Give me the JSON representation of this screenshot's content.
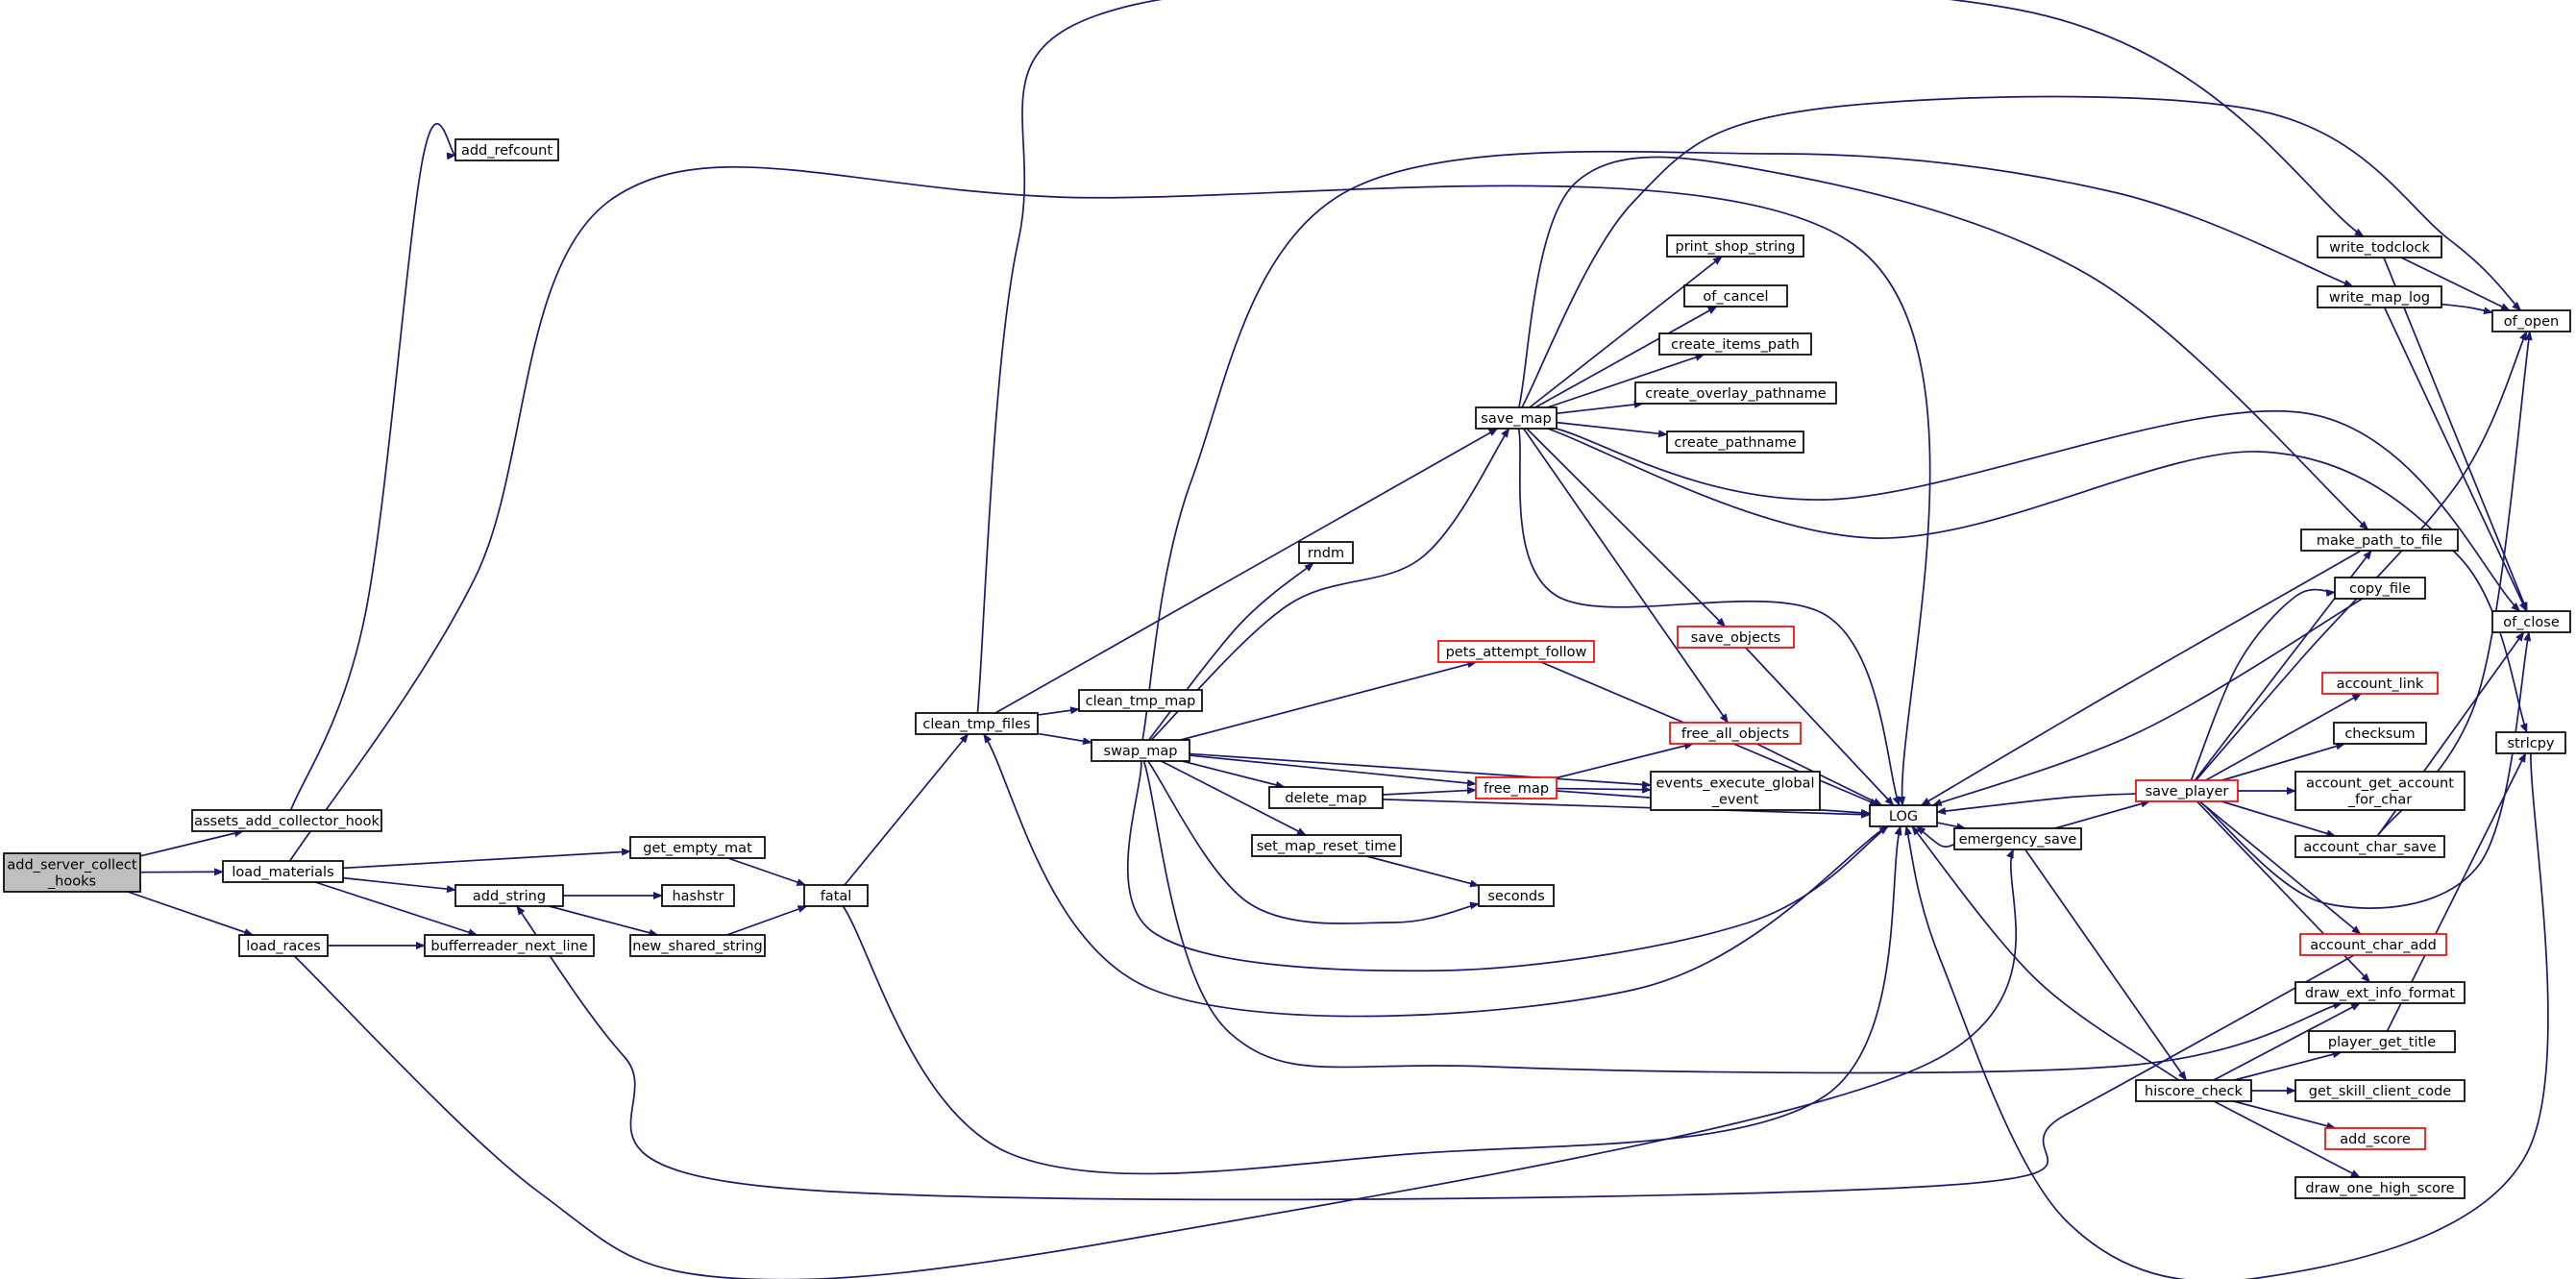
{
  "colors": {
    "edge": "#191970",
    "node_border": "#000000",
    "node_border_truncated": "#ff0000",
    "root_fill": "#bfbfbf",
    "node_fill": "#ffffff",
    "background": "#ffffff"
  },
  "nodes": [
    {
      "id": "add_server_collect_hooks",
      "lines": [
        "add_server_collect",
        "_hooks"
      ],
      "root": true
    },
    {
      "id": "assets_add_collector_hook",
      "lines": [
        "assets_add_collector_hook"
      ]
    },
    {
      "id": "load_materials",
      "lines": [
        "load_materials"
      ]
    },
    {
      "id": "load_races",
      "lines": [
        "load_races"
      ]
    },
    {
      "id": "add_refcount",
      "lines": [
        "add_refcount"
      ]
    },
    {
      "id": "get_empty_mat",
      "lines": [
        "get_empty_mat"
      ]
    },
    {
      "id": "add_string",
      "lines": [
        "add_string"
      ]
    },
    {
      "id": "bufferreader_next_line",
      "lines": [
        "bufferreader_next_line"
      ]
    },
    {
      "id": "hashstr",
      "lines": [
        "hashstr"
      ]
    },
    {
      "id": "new_shared_string",
      "lines": [
        "new_shared_string"
      ]
    },
    {
      "id": "fatal",
      "lines": [
        "fatal"
      ]
    },
    {
      "id": "clean_tmp_files",
      "lines": [
        "clean_tmp_files"
      ]
    },
    {
      "id": "clean_tmp_map",
      "lines": [
        "clean_tmp_map"
      ]
    },
    {
      "id": "swap_map",
      "lines": [
        "swap_map"
      ]
    },
    {
      "id": "rndm",
      "lines": [
        "rndm"
      ]
    },
    {
      "id": "save_map",
      "lines": [
        "save_map"
      ]
    },
    {
      "id": "print_shop_string",
      "lines": [
        "print_shop_string"
      ]
    },
    {
      "id": "of_cancel",
      "lines": [
        "of_cancel"
      ]
    },
    {
      "id": "create_items_path",
      "lines": [
        "create_items_path"
      ]
    },
    {
      "id": "create_overlay_pathname",
      "lines": [
        "create_overlay_pathname"
      ]
    },
    {
      "id": "create_pathname",
      "lines": [
        "create_pathname"
      ]
    },
    {
      "id": "pets_attempt_follow",
      "lines": [
        "pets_attempt_follow"
      ],
      "truncated": true
    },
    {
      "id": "save_objects",
      "lines": [
        "save_objects"
      ],
      "truncated": true
    },
    {
      "id": "free_all_objects",
      "lines": [
        "free_all_objects"
      ],
      "truncated": true
    },
    {
      "id": "delete_map",
      "lines": [
        "delete_map"
      ]
    },
    {
      "id": "free_map",
      "lines": [
        "free_map"
      ],
      "truncated": true
    },
    {
      "id": "events_execute_global_event",
      "lines": [
        "events_execute_global",
        "_event"
      ]
    },
    {
      "id": "set_map_reset_time",
      "lines": [
        "set_map_reset_time"
      ]
    },
    {
      "id": "seconds",
      "lines": [
        "seconds"
      ]
    },
    {
      "id": "LOG",
      "lines": [
        "LOG"
      ]
    },
    {
      "id": "emergency_save",
      "lines": [
        "emergency_save"
      ]
    },
    {
      "id": "write_todclock",
      "lines": [
        "write_todclock"
      ]
    },
    {
      "id": "write_map_log",
      "lines": [
        "write_map_log"
      ]
    },
    {
      "id": "of_open",
      "lines": [
        "of_open"
      ]
    },
    {
      "id": "make_path_to_file",
      "lines": [
        "make_path_to_file"
      ]
    },
    {
      "id": "copy_file",
      "lines": [
        "copy_file"
      ]
    },
    {
      "id": "of_close",
      "lines": [
        "of_close"
      ]
    },
    {
      "id": "account_link",
      "lines": [
        "account_link"
      ],
      "truncated": true
    },
    {
      "id": "checksum",
      "lines": [
        "checksum"
      ]
    },
    {
      "id": "strlcpy",
      "lines": [
        "strlcpy"
      ]
    },
    {
      "id": "save_player",
      "lines": [
        "save_player"
      ],
      "truncated": true
    },
    {
      "id": "account_get_account_for_char",
      "lines": [
        "account_get_account",
        "_for_char"
      ]
    },
    {
      "id": "account_char_save",
      "lines": [
        "account_char_save"
      ]
    },
    {
      "id": "account_char_add",
      "lines": [
        "account_char_add"
      ],
      "truncated": true
    },
    {
      "id": "draw_ext_info_format",
      "lines": [
        "draw_ext_info_format"
      ]
    },
    {
      "id": "player_get_title",
      "lines": [
        "player_get_title"
      ]
    },
    {
      "id": "hiscore_check",
      "lines": [
        "hiscore_check"
      ]
    },
    {
      "id": "get_skill_client_code",
      "lines": [
        "get_skill_client_code"
      ]
    },
    {
      "id": "add_score",
      "lines": [
        "add_score"
      ],
      "truncated": true
    },
    {
      "id": "draw_one_high_score",
      "lines": [
        "draw_one_high_score"
      ]
    }
  ],
  "edges": [
    [
      "add_server_collect_hooks",
      "assets_add_collector_hook"
    ],
    [
      "add_server_collect_hooks",
      "load_materials"
    ],
    [
      "add_server_collect_hooks",
      "load_races"
    ],
    [
      "assets_add_collector_hook",
      "add_refcount"
    ],
    [
      "load_materials",
      "LOG"
    ],
    [
      "load_materials",
      "get_empty_mat"
    ],
    [
      "load_materials",
      "add_string"
    ],
    [
      "load_materials",
      "bufferreader_next_line"
    ],
    [
      "load_races",
      "bufferreader_next_line"
    ],
    [
      "load_races",
      "emergency_save"
    ],
    [
      "add_string",
      "hashstr"
    ],
    [
      "add_string",
      "new_shared_string"
    ],
    [
      "new_shared_string",
      "fatal"
    ],
    [
      "get_empty_mat",
      "fatal"
    ],
    [
      "fatal",
      "clean_tmp_files"
    ],
    [
      "fatal",
      "LOG"
    ],
    [
      "clean_tmp_files",
      "write_todclock"
    ],
    [
      "clean_tmp_files",
      "save_map"
    ],
    [
      "clean_tmp_files",
      "clean_tmp_map"
    ],
    [
      "clean_tmp_files",
      "swap_map"
    ],
    [
      "swap_map",
      "LOG"
    ],
    [
      "swap_map",
      "rndm"
    ],
    [
      "swap_map",
      "save_map"
    ],
    [
      "swap_map",
      "pets_attempt_follow"
    ],
    [
      "swap_map",
      "delete_map"
    ],
    [
      "swap_map",
      "free_map"
    ],
    [
      "swap_map",
      "events_execute_global_event"
    ],
    [
      "swap_map",
      "set_map_reset_time"
    ],
    [
      "swap_map",
      "seconds"
    ],
    [
      "swap_map",
      "write_map_log"
    ],
    [
      "swap_map",
      "draw_ext_info_format"
    ],
    [
      "save_map",
      "print_shop_string"
    ],
    [
      "save_map",
      "of_cancel"
    ],
    [
      "save_map",
      "create_items_path"
    ],
    [
      "save_map",
      "create_overlay_pathname"
    ],
    [
      "save_map",
      "create_pathname"
    ],
    [
      "save_map",
      "LOG"
    ],
    [
      "save_map",
      "of_open"
    ],
    [
      "save_map",
      "of_close"
    ],
    [
      "save_map",
      "make_path_to_file"
    ],
    [
      "save_map",
      "save_objects"
    ],
    [
      "save_map",
      "free_all_objects"
    ],
    [
      "save_map",
      "strlcpy"
    ],
    [
      "pets_attempt_follow",
      "LOG"
    ],
    [
      "save_objects",
      "LOG"
    ],
    [
      "free_all_objects",
      "LOG"
    ],
    [
      "delete_map",
      "free_map"
    ],
    [
      "delete_map",
      "LOG"
    ],
    [
      "free_map",
      "free_all_objects"
    ],
    [
      "free_map",
      "events_execute_global_event"
    ],
    [
      "free_map",
      "LOG"
    ],
    [
      "set_map_reset_time",
      "seconds"
    ],
    [
      "LOG",
      "emergency_save"
    ],
    [
      "LOG",
      "clean_tmp_files"
    ],
    [
      "emergency_save",
      "save_player"
    ],
    [
      "emergency_save",
      "hiscore_check"
    ],
    [
      "emergency_save",
      "LOG"
    ],
    [
      "write_todclock",
      "of_open"
    ],
    [
      "write_todclock",
      "of_close"
    ],
    [
      "write_map_log",
      "of_open"
    ],
    [
      "write_map_log",
      "of_close"
    ],
    [
      "make_path_to_file",
      "LOG"
    ],
    [
      "copy_file",
      "LOG"
    ],
    [
      "save_player",
      "LOG"
    ],
    [
      "save_player",
      "make_path_to_file"
    ],
    [
      "save_player",
      "copy_file"
    ],
    [
      "save_player",
      "of_open"
    ],
    [
      "save_player",
      "of_close"
    ],
    [
      "save_player",
      "account_link"
    ],
    [
      "save_player",
      "checksum"
    ],
    [
      "save_player",
      "account_get_account_for_char"
    ],
    [
      "save_player",
      "account_char_save"
    ],
    [
      "save_player",
      "account_char_add"
    ],
    [
      "save_player",
      "draw_ext_info_format"
    ],
    [
      "account_char_save",
      "of_open"
    ],
    [
      "account_char_save",
      "of_close"
    ],
    [
      "account_char_add",
      "add_string"
    ],
    [
      "hiscore_check",
      "LOG"
    ],
    [
      "hiscore_check",
      "draw_ext_info_format"
    ],
    [
      "hiscore_check",
      "player_get_title"
    ],
    [
      "hiscore_check",
      "get_skill_client_code"
    ],
    [
      "hiscore_check",
      "add_score"
    ],
    [
      "hiscore_check",
      "draw_one_high_score"
    ],
    [
      "player_get_title",
      "strlcpy"
    ],
    [
      "strlcpy",
      "LOG"
    ]
  ]
}
